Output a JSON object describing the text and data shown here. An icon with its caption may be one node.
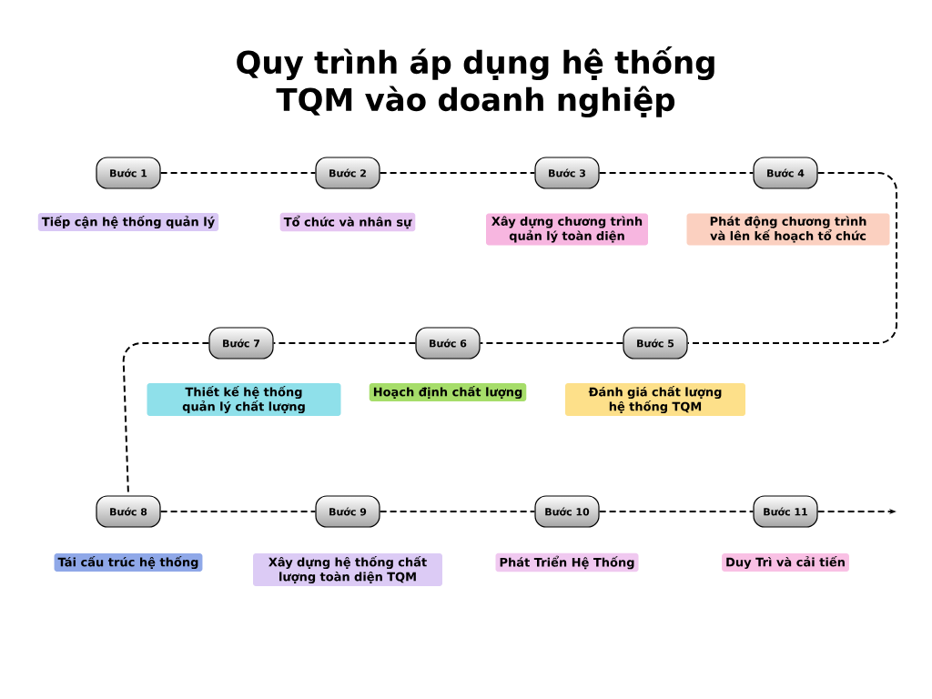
{
  "diagram": {
    "title": "Quy trình áp dụng hệ thống TQM vào doanh nghiệp",
    "nodes": [
      {
        "text": [
          "Bước 1"
        ],
        "beside": [
          "Tiếp cận hệ thống quản lý"
        ]
      },
      {
        "text": [
          "Bước 2"
        ],
        "beside": [
          "Tổ chức và nhân sự"
        ]
      },
      {
        "text": [
          "Bước 3"
        ],
        "beside": [
          "Xây dựng chương trình quản lý toàn diện"
        ]
      },
      {
        "text": [
          "Bước 4"
        ],
        "beside": [
          "Phát động chương trình và lên kế hoạch tổ chức"
        ]
      },
      {
        "text": [
          "Bước 5"
        ],
        "beside": [
          "Đánh giá chất lượng hệ thống TQM"
        ]
      },
      {
        "text": [
          "Bước 6"
        ],
        "beside": [
          "Hoạch định chất lượng"
        ]
      },
      {
        "text": [
          "Bước 7"
        ],
        "beside": [
          "Thiết kế hệ thống quản lý chất lượng"
        ]
      },
      {
        "text": [
          "Bước 8"
        ],
        "beside": [
          "Tái cấu trúc hệ thống"
        ]
      },
      {
        "text": [
          "Bước 9"
        ],
        "beside": [
          "Xây dựng hệ thống chất lượng toàn diện TQM"
        ]
      },
      {
        "text": [
          "Bước 10"
        ],
        "beside": [
          "Phát Triển Hệ Thống"
        ]
      },
      {
        "text": [
          "Bước 11"
        ],
        "beside": [
          "Duy Trì và cải tiến"
        ]
      }
    ],
    "edges": [
      {
        "from": 0,
        "to": 1,
        "arrow": "none",
        "style": "dashed"
      },
      {
        "from": 1,
        "to": 2,
        "arrow": "none",
        "style": "dashed"
      },
      {
        "from": 2,
        "to": 3,
        "arrow": "none",
        "style": "dashed"
      },
      {
        "from": 3,
        "to": 4,
        "arrow": "none",
        "style": "dashed"
      },
      {
        "from": 4,
        "to": 5,
        "arrow": "none",
        "style": "dashed"
      },
      {
        "from": 5,
        "to": 6,
        "arrow": "none",
        "style": "dashed"
      },
      {
        "from": 6,
        "to": 7,
        "arrow": "none",
        "style": "dashed"
      },
      {
        "from": 7,
        "to": 8,
        "arrow": "none",
        "style": "dashed"
      },
      {
        "from": 8,
        "to": 9,
        "arrow": "none",
        "style": "dashed"
      },
      {
        "from": 9,
        "to": 10,
        "arrow": "none",
        "style": "dashed"
      },
      {
        "from": 10,
        "to": null,
        "arrow": "to",
        "style": "dashed"
      }
    ]
  }
}
